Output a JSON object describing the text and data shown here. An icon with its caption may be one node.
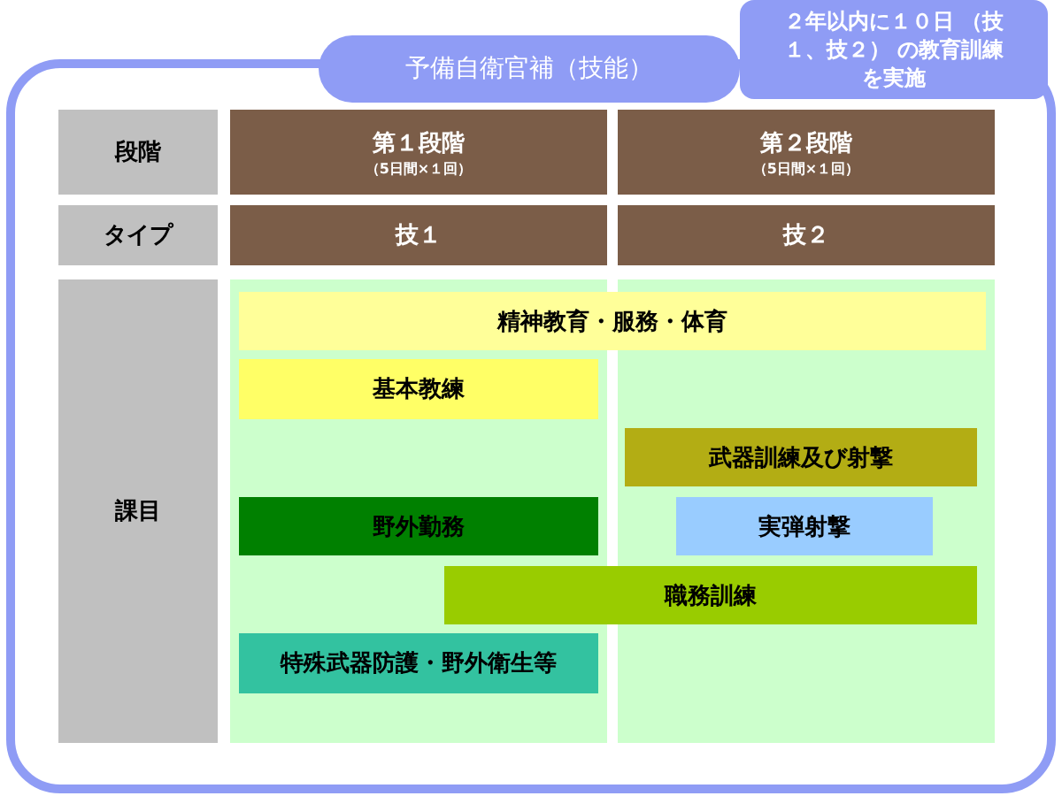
{
  "diagram": {
    "nodes": [
      {
        "text": [
          "予備自衛官補（技能）"
        ]
      },
      {
        "text": [
          "２年以内に１０日 （技１、技２） の教育訓練を実施"
        ]
      },
      {
        "text": [
          "段階"
        ]
      },
      {
        "text": [
          "第１段階",
          "（5日間×１回）"
        ]
      },
      {
        "text": [
          "第２段階",
          "（5日間×１回）"
        ]
      },
      {
        "text": [
          "タイプ"
        ]
      },
      {
        "text": [
          "技１"
        ]
      },
      {
        "text": [
          "技２"
        ]
      },
      {
        "text": [
          "課目"
        ]
      },
      {
        "text": [
          "精神教育・服務・体育"
        ]
      },
      {
        "text": [
          "基本教練"
        ]
      },
      {
        "text": [
          "武器訓練及び射撃"
        ]
      },
      {
        "text": [
          "野外勤務"
        ]
      },
      {
        "text": [
          "実弾射撃"
        ]
      },
      {
        "text": [
          "職務訓練"
        ]
      },
      {
        "text": [
          "特殊武器防護・野外衛生等"
        ]
      }
    ]
  }
}
